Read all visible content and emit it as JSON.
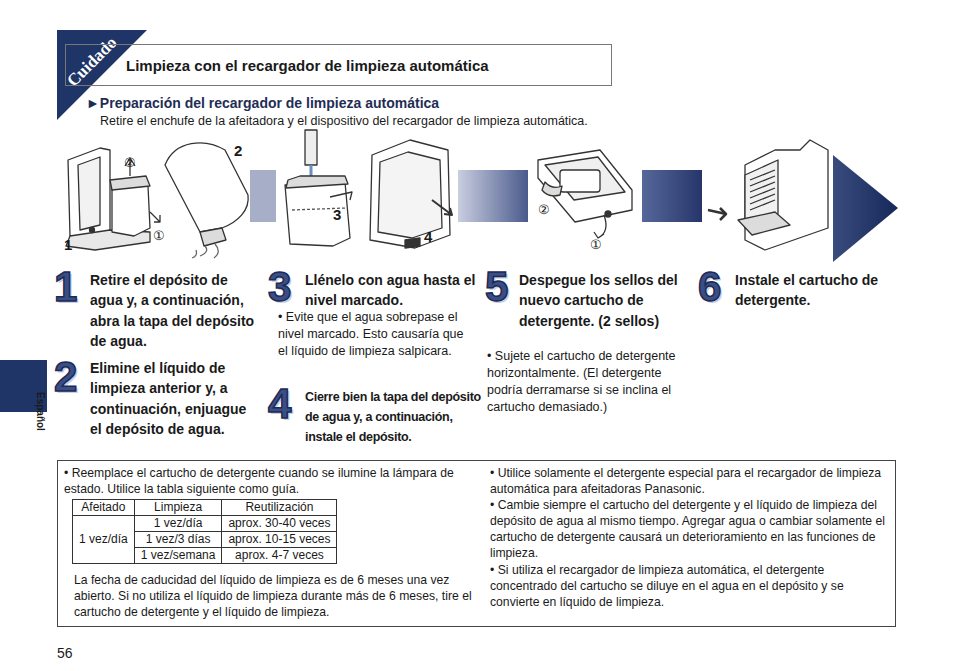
{
  "diagram": {
    "nodes": [
      {
        "text": [
          "Cuidado"
        ]
      },
      {
        "text": [
          "Limpieza con el recargador de limpieza automática"
        ]
      },
      {
        "text": [
          "• Reemplace el cartucho de detergente cuando se ilumine la lámpara de estado. Utilice la tabla siguiente como guía.",
          "La fecha de caducidad del líquido de limpieza es de 6 meses una vez abierto. Si no utiliza el líquido de limpieza durante más de 6 meses, tire el cartucho de detergente y el líquido de limpieza.",
          "• Utilice solamente el detergente especial para el recargador de limpieza automática para afeitadoras Panasonic.",
          "• Cambie siempre el cartucho del detergente y el líquido de limpieza del depósito de agua al mismo tiempo. Agregar agua o cambiar solamente el cartucho de detergente causará un deterioramiento en las funciones de limpieza.",
          "• Si utiliza el recargador de limpieza automática, el detergente concentrado del cartucho se diluye en el agua en el depósito y se convierte en líquido de limpieza."
        ]
      }
    ],
    "labels": [
      "►Preparación del recargador de limpieza automática",
      "Retire el enchufe de la afeitadora y el dispositivo del recargador de limpieza automática.",
      "②",
      "①",
      "1",
      "2",
      "3",
      "4",
      "②",
      "①",
      "1",
      "Retire el depósito de agua y, a continuación, abra la tapa del depósito de agua.",
      "2",
      "Elimine el líquido de limpieza anterior y, a continuación, enjuague el depósito de agua.",
      "3",
      "Llénelo con agua hasta el nivel marcado.",
      "• Evite que el agua sobrepase el nivel marcado. Esto causaría que el líquido de limpieza salpicara.",
      "4",
      "Cierre bien la tapa del depósito de agua y, a continuación, instale el depósito.",
      "5",
      "Despegue los sellos del nuevo cartucho de detergente. (2 sellos)",
      "• Sujete el cartucho de detergente horizontalmente. (El detergente podría derramarse si se inclina el cartucho demasiado.)",
      "6",
      "Instale el cartucho de detergente.",
      "Español",
      "Afeitado",
      "Limpieza",
      "Reutilización",
      "1 vez/día",
      "1 vez/día",
      "aprox. 30-40 veces",
      "1 vez/3 días",
      "aprox. 10-15 veces",
      "1 vez/semana",
      "aprox. 4-7 veces",
      "56"
    ]
  }
}
